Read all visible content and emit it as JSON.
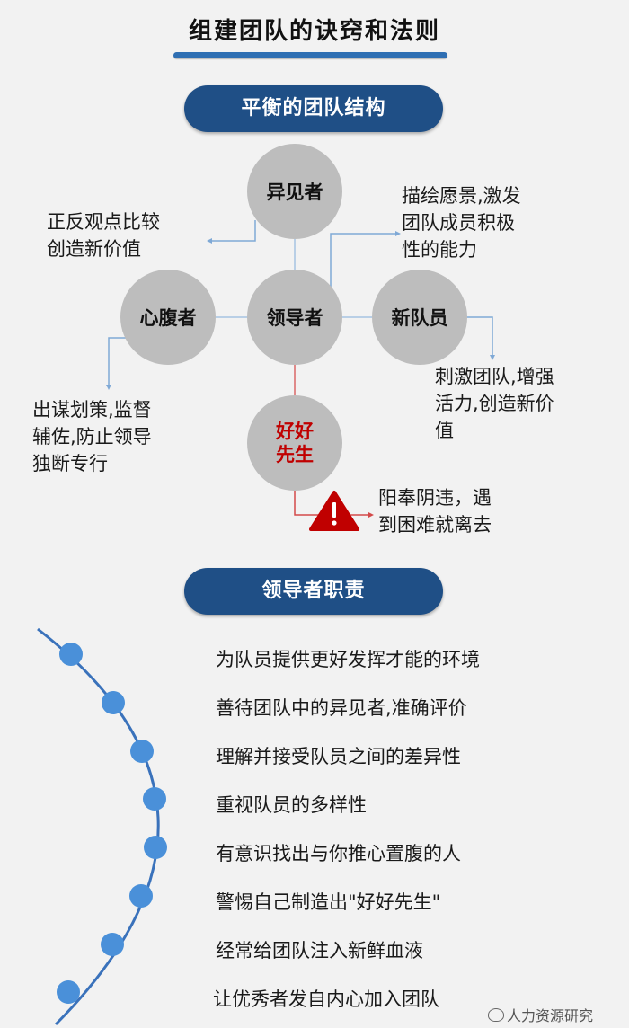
{
  "title": "组建团队的诀窍和法则",
  "section1": {
    "heading": "平衡的团队结构",
    "roles": {
      "dissenter": "异见者",
      "leader": "领导者",
      "confidant": "心腹者",
      "newcomer": "新队员",
      "yesman_line1": "好好",
      "yesman_line2": "先生"
    },
    "notes": {
      "dissenter": "正反观点比较\n创造新价值",
      "leader": "描绘愿景,激发\n团队成员积极\n性的能力",
      "confidant": "出谋划策,监督\n辅佐,防止领导\n独断专行",
      "newcomer": "刺激团队,增强\n活力,创造新价\n值",
      "yesman": "阳奉阴违，遇\n到困难就离去"
    },
    "warning_icon": "warning-triangle-icon",
    "colors": {
      "circle": "#bdbdbd",
      "yesman_text": "#c00000",
      "warning": "#c00000"
    }
  },
  "section2": {
    "heading": "领导者职责",
    "duties": [
      "为队员提供更好发挥才能的环境",
      "善待团队中的异见者,准确评价",
      "理解并接受队员之间的差异性",
      "重视队员的多样性",
      "有意识找出与你推心置腹的人",
      "警惕自己制造出\"好好先生\"",
      "经常给团队注入新鲜血液",
      "让优秀者发自内心加入团队"
    ]
  },
  "watermark": "人力资源研究",
  "colors": {
    "pill": "#1f4f86",
    "accent": "#2f6fb3",
    "dot": "#4a90d9"
  }
}
